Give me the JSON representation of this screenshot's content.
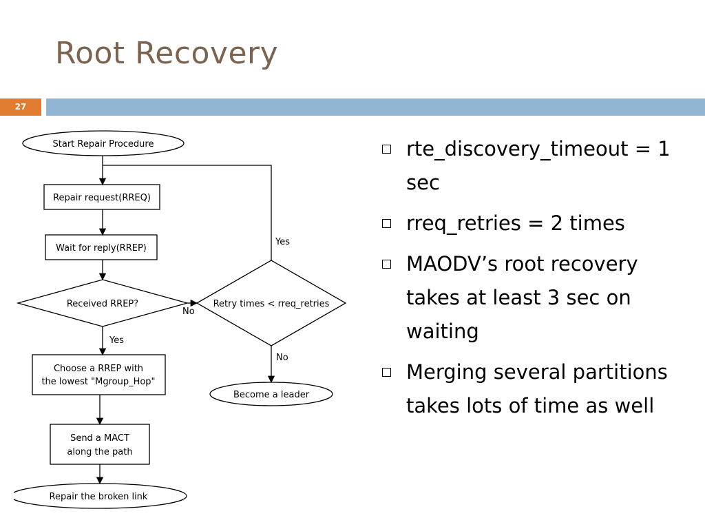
{
  "slide": {
    "title": "Root Recovery",
    "page_number": "27"
  },
  "flowchart": {
    "start": "Start Repair Procedure",
    "repair_request": "Repair request(RREQ)",
    "wait_reply": "Wait for reply(RREP)",
    "received_rrep": "Received RREP?",
    "retry_decision": "Retry times < rreq_retries",
    "choose_rrep_line1": "Choose a RREP with",
    "choose_rrep_line2": "the lowest \"Mgroup_Hop\"",
    "send_mact_line1": "Send a MACT",
    "send_mact_line2": "along the path",
    "become_leader": "Become a leader",
    "repair_link": "Repair the broken link",
    "label_yes_retry": "Yes",
    "label_no_received": "No",
    "label_yes_received": "Yes",
    "label_no_retry": "No"
  },
  "bullets": [
    "rte_discovery_timeout = 1 sec",
    "rreq_retries = 2 times",
    "MAODV’s root recovery takes at least 3 sec on waiting",
    "Merging several partitions takes lots of time as well"
  ],
  "colors": {
    "title": "#7a6450",
    "page_number_bg": "#e07b2f",
    "header_bar": "#92b5d3"
  }
}
